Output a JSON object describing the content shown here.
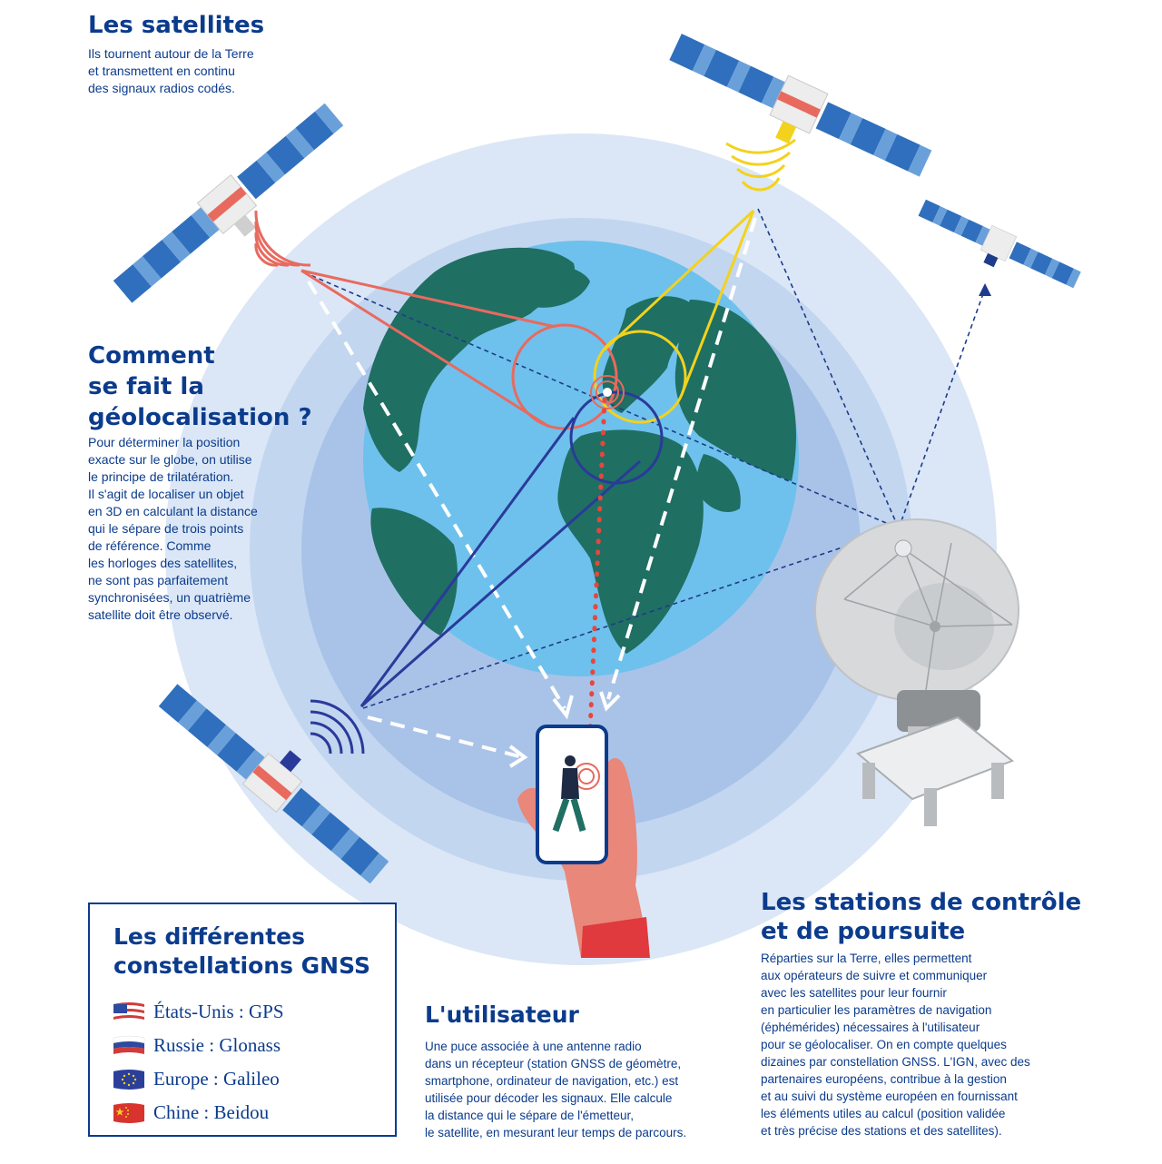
{
  "satellites": {
    "title": "Les satellites",
    "text": "Ils tournent autour de la Terre\net transmettent en continu\ndes signaux radios codés."
  },
  "geolocation": {
    "title": "Comment\nse fait la\ngéolocalisation ?",
    "text": "Pour déterminer la position\nexacte sur le globe, on utilise\nle principe de trilatération.\nIl s'agit de localiser un objet\nen 3D en calculant la distance\nqui le sépare de trois points\nde référence. Comme\nles horloges des satellites,\nne sont pas parfaitement\nsynchronisées, un quatrième\nsatellite doit être observé."
  },
  "stations": {
    "title": "Les stations de contrôle\net de poursuite",
    "text": "Réparties sur la Terre, elles permettent\naux opérateurs de suivre et communiquer\navec les satellites pour leur fournir\nen particulier les paramètres de navigation\n(éphémérides) nécessaires à l'utilisateur\npour se géolocaliser. On en compte quelques\ndizaines par constellation GNSS. L'IGN, avec des\npartenaires européens, contribue à la gestion\net au suivi du système européen en fournissant\nles éléments utiles au calcul (position validée\net très précise des stations et des satellites)."
  },
  "user": {
    "title": "L'utilisateur",
    "text": "Une puce associée à une antenne radio\ndans un récepteur (station GNSS de géomètre,\nsmartphone, ordinateur de navigation, etc.) est\nutilisée pour décoder les signaux. Elle calcule\nla distance qui le sépare de l'émetteur,\nle satellite, en mesurant leur temps de parcours."
  },
  "gnss": {
    "title": "Les différentes\nconstellations GNSS",
    "items": [
      {
        "label": "États-Unis : GPS",
        "flag": "us-flag-icon"
      },
      {
        "label": "Russie : Glonass",
        "flag": "russia-flag-icon"
      },
      {
        "label": "Europe : Galileo",
        "flag": "eu-flag-icon"
      },
      {
        "label": "Chine : Beidou",
        "flag": "china-flag-icon"
      }
    ]
  },
  "colors": {
    "navy": "#0b3b8c",
    "orbit_outer": "#dbe7f6",
    "orbit_mid": "#c3d6f0",
    "orbit_inner": "#a9c3e8",
    "ocean": "#6ec1ec",
    "land": "#1f6f63",
    "red_signal": "#e86a5e",
    "yellow_signal": "#f3d21d",
    "blue_signal": "#2a3a9a"
  }
}
